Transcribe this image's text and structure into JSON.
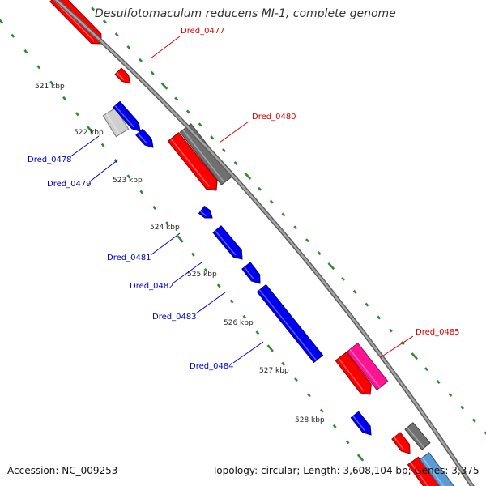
{
  "title": "Desulfotomaculum reducens MI-1, complete genome",
  "footer": {
    "accession": "Accession: NC_009253",
    "summary": "Topology: circular; Length: 3,608,104 bp; Genes: 3,375"
  },
  "colors": {
    "backbone": "#8f8f8f",
    "tick": "#2e8b2e",
    "forward_label": "#dd0000",
    "reverse_label": "#0000cc",
    "red": "#ff0000",
    "blue": "#0000ee",
    "gray": "#707070",
    "light_gray": "#cfcfcf",
    "magenta": "#ff1493",
    "steel_blue": "#5b9bd5"
  },
  "scale_labels": [
    "521 kbp",
    "522 kbp",
    "523 kbp",
    "524 kbp",
    "525 kbp",
    "526 kbp",
    "527 kbp",
    "528 kbp"
  ],
  "gene_labels": {
    "forward": [
      "Dred_0477",
      "Dred_0480",
      "Dred_0485"
    ],
    "reverse": [
      "Dred_0478",
      "Dred_0479",
      "Dred_0481",
      "Dred_0482",
      "Dred_0483",
      "Dred_0484"
    ]
  }
}
